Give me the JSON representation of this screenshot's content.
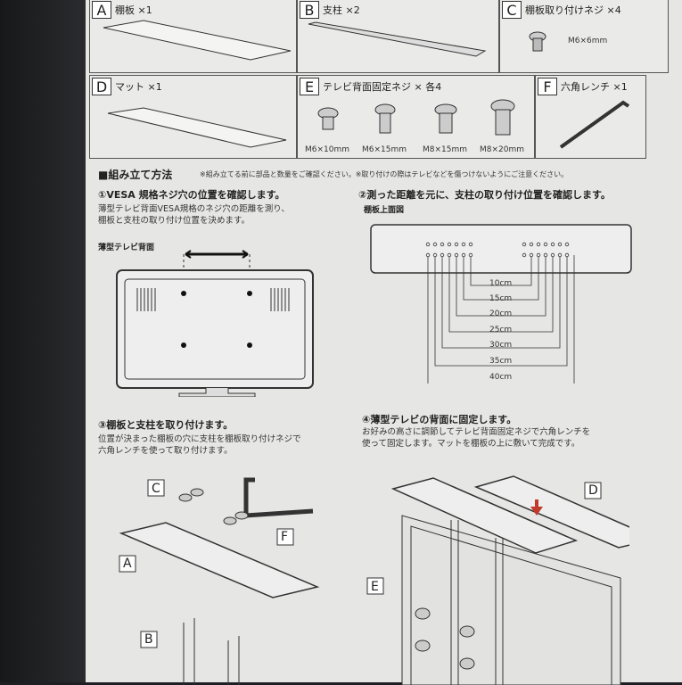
{
  "parts": [
    {
      "letter": "A",
      "label": "棚板 ×1"
    },
    {
      "letter": "B",
      "label": "支柱 ×2"
    },
    {
      "letter": "C",
      "label": "棚板取り付けネジ ×4",
      "size": "M6×6mm"
    },
    {
      "letter": "D",
      "label": "マット ×1"
    },
    {
      "letter": "E",
      "label": "テレビ背面固定ネジ × 各4",
      "sizes": [
        "M6×10mm",
        "M6×15mm",
        "M8×15mm",
        "M8×20mm"
      ]
    },
    {
      "letter": "F",
      "label": "六角レンチ ×1"
    }
  ],
  "assembly": {
    "title": "■組み立て方法",
    "note": "※組み立てる前に部品と数量をご確認ください。※取り付けの際はテレビなどを傷つけないようにご注意ください。"
  },
  "steps": [
    {
      "title": "①VESA 規格ネジ穴の位置を確認します。",
      "body": [
        "薄型テレビ背面VESA規格のネジ穴の距離を測り、",
        "棚板と支柱の取り付け位置を決めます。"
      ],
      "figure_label": "薄型テレビ背面"
    },
    {
      "title": "②測った距離を元に、支柱の取り付け位置を確認します。",
      "figure_label": "棚板上面図",
      "distances": [
        "10cm",
        "15cm",
        "20cm",
        "25cm",
        "30cm",
        "35cm",
        "40cm"
      ]
    },
    {
      "title": "③棚板と支柱を取り付けます。",
      "body": [
        "位置が決まった棚板の穴に支柱を棚板取り付けネジで",
        "六角レンチを使って取り付けます。"
      ],
      "callouts": [
        "C",
        "A",
        "B",
        "F"
      ]
    },
    {
      "title": "④薄型テレビの背面に固定します。",
      "body": [
        "お好みの高さに調節してテレビ背面固定ネジで六角レンチを",
        "使って固定します。マットを棚板の上に敷いて完成です。"
      ],
      "callouts": [
        "D",
        "E"
      ]
    }
  ]
}
